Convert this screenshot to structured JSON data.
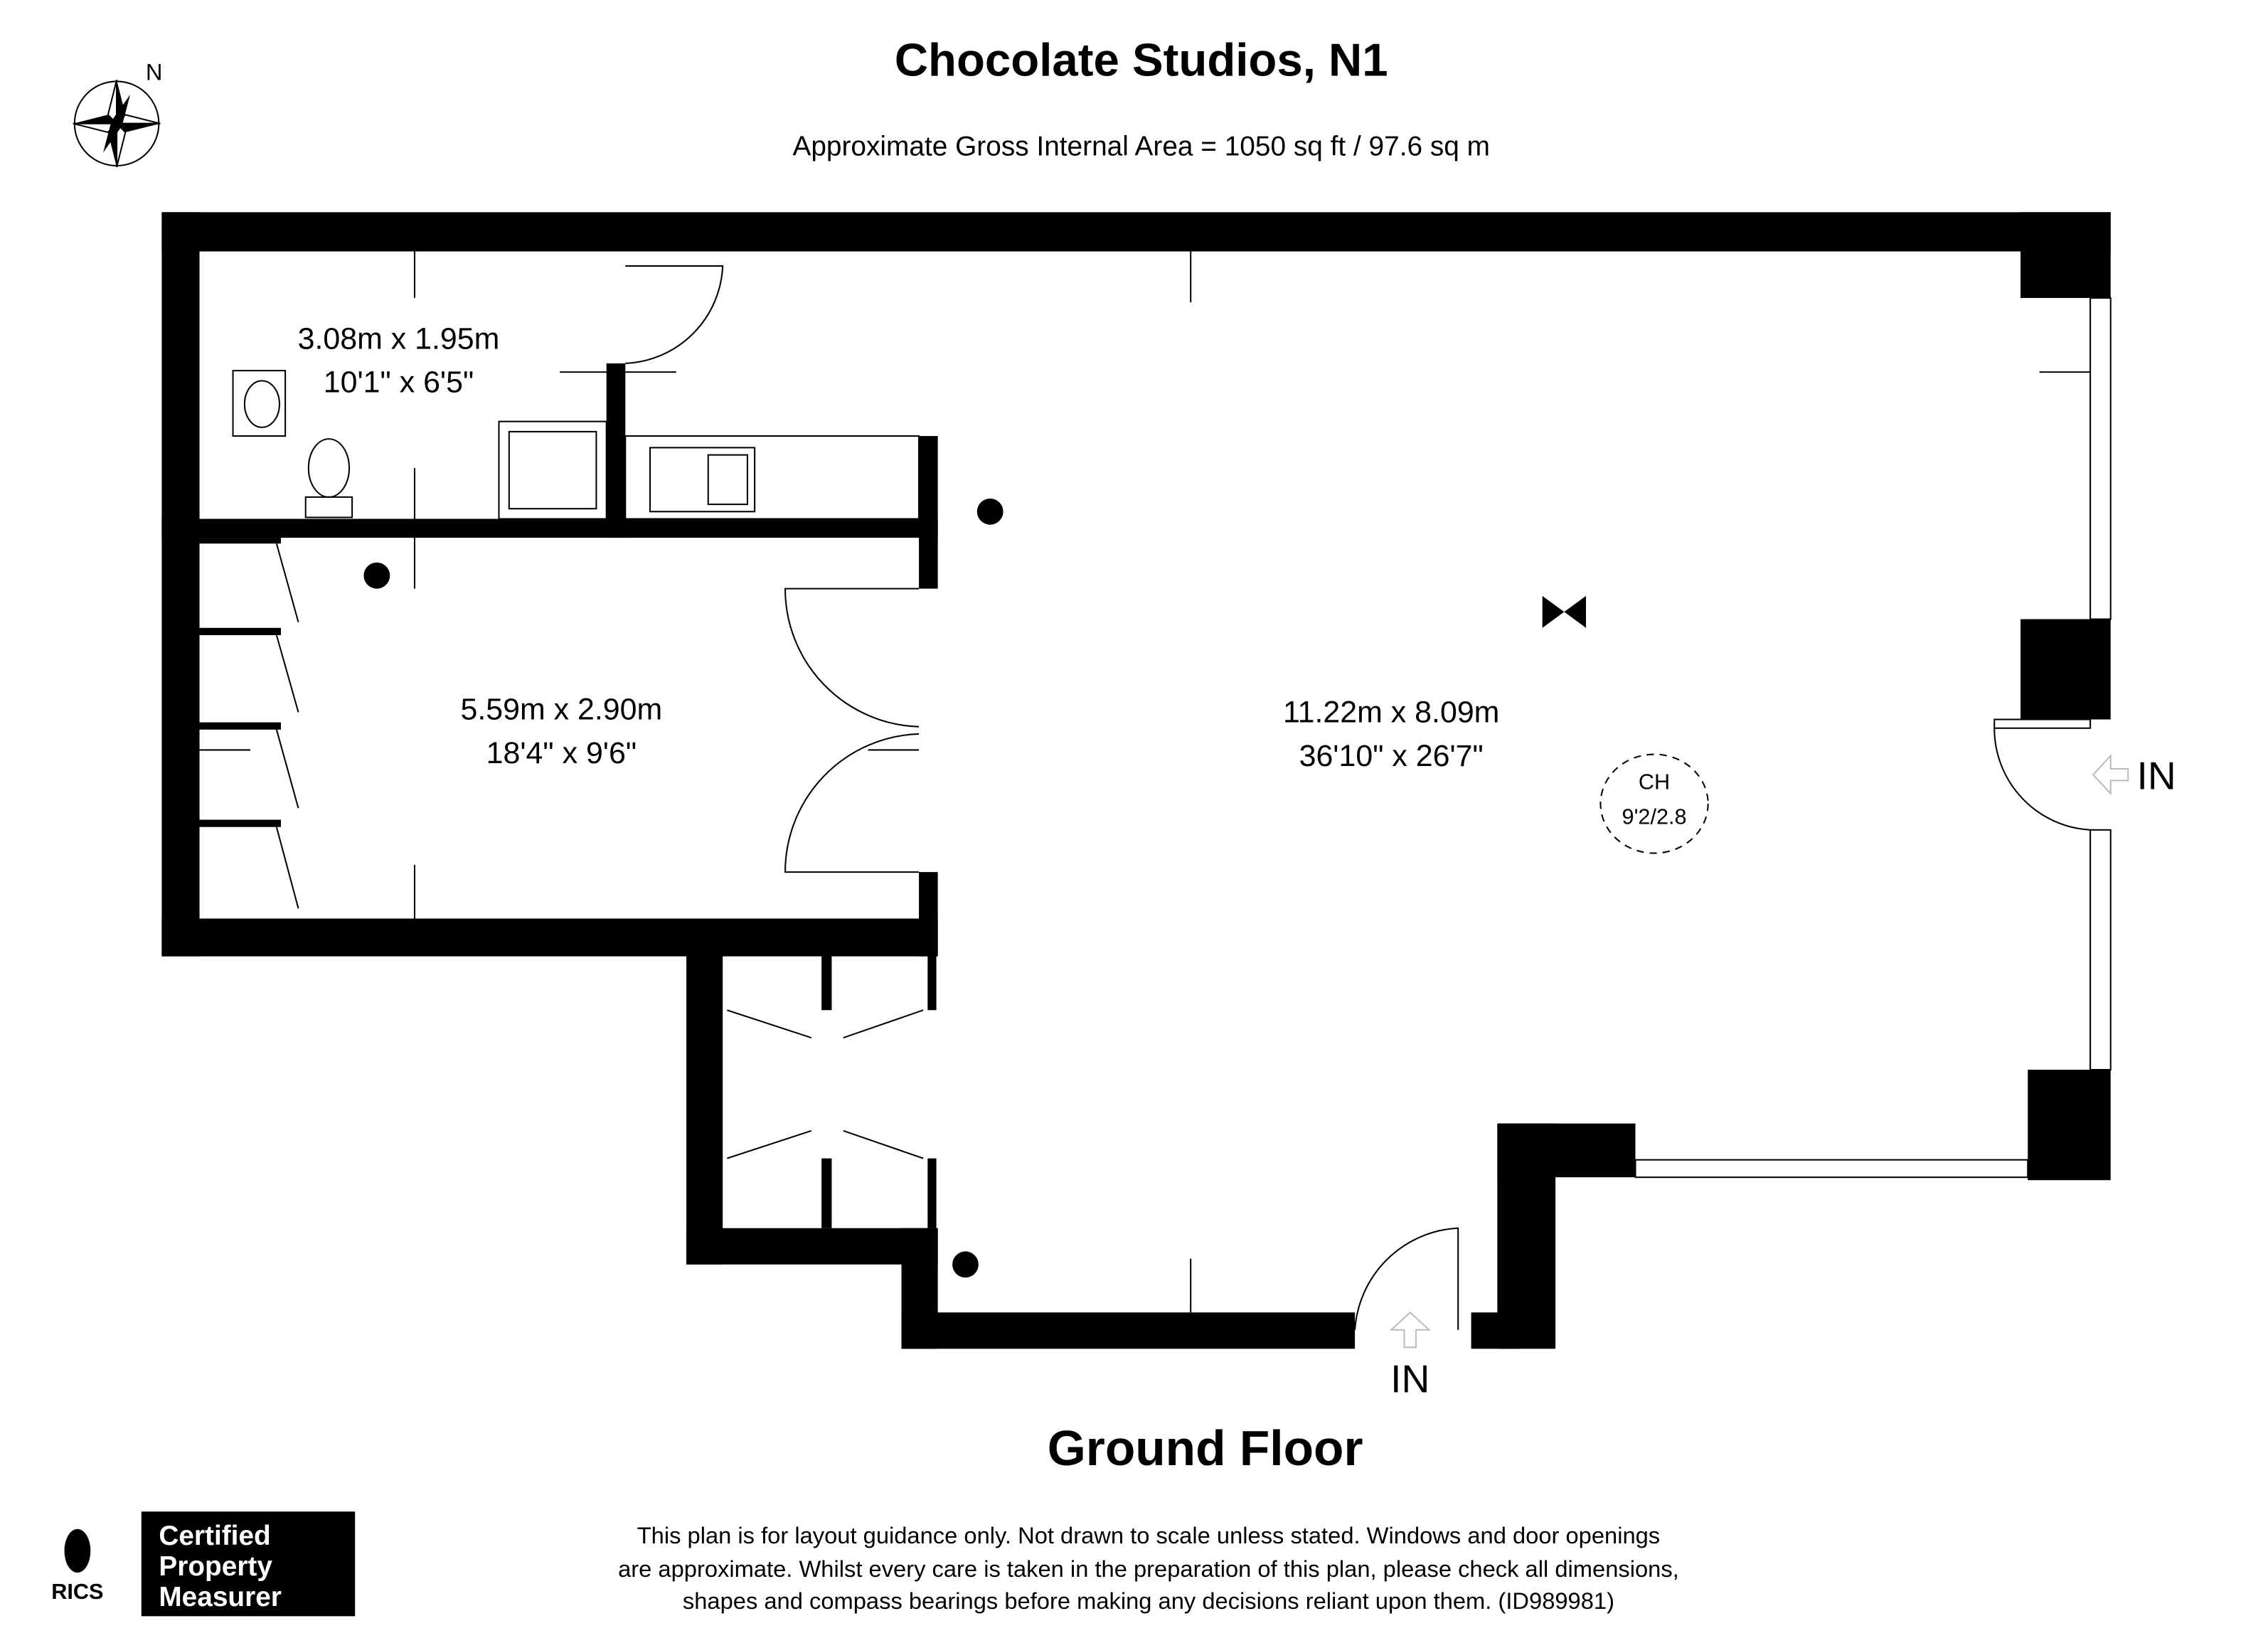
{
  "header": {
    "title": "Chocolate Studios, N1",
    "area": "Approximate Gross Internal Area = 1050 sq ft / 97.6 sq m",
    "compass_label": "N"
  },
  "rooms": {
    "bathroom": {
      "metric": "3.08m x 1.95m",
      "imperial": "10'1\" x 6'5\""
    },
    "bedroom": {
      "metric": "5.59m x 2.90m",
      "imperial": "18'4\" x 9'6\""
    },
    "living": {
      "metric": "11.22m x 8.09m",
      "imperial": "36'10\" x 26'7\""
    }
  },
  "ceiling_height": {
    "label": "CH",
    "value": "9'2/2.8"
  },
  "entrances": {
    "right": "IN",
    "bottom": "IN"
  },
  "floor_label": "Ground Floor",
  "footer": {
    "rics": "RICS",
    "badge": [
      "Certified",
      "Property",
      "Measurer"
    ],
    "disclaimer": [
      "This plan is for layout guidance only. Not drawn to scale unless stated. Windows and door openings",
      "are approximate. Whilst every care is taken in the preparation of this plan, please check all dimensions,",
      "shapes and compass bearings before making any decisions reliant upon them. (ID989981)"
    ]
  }
}
